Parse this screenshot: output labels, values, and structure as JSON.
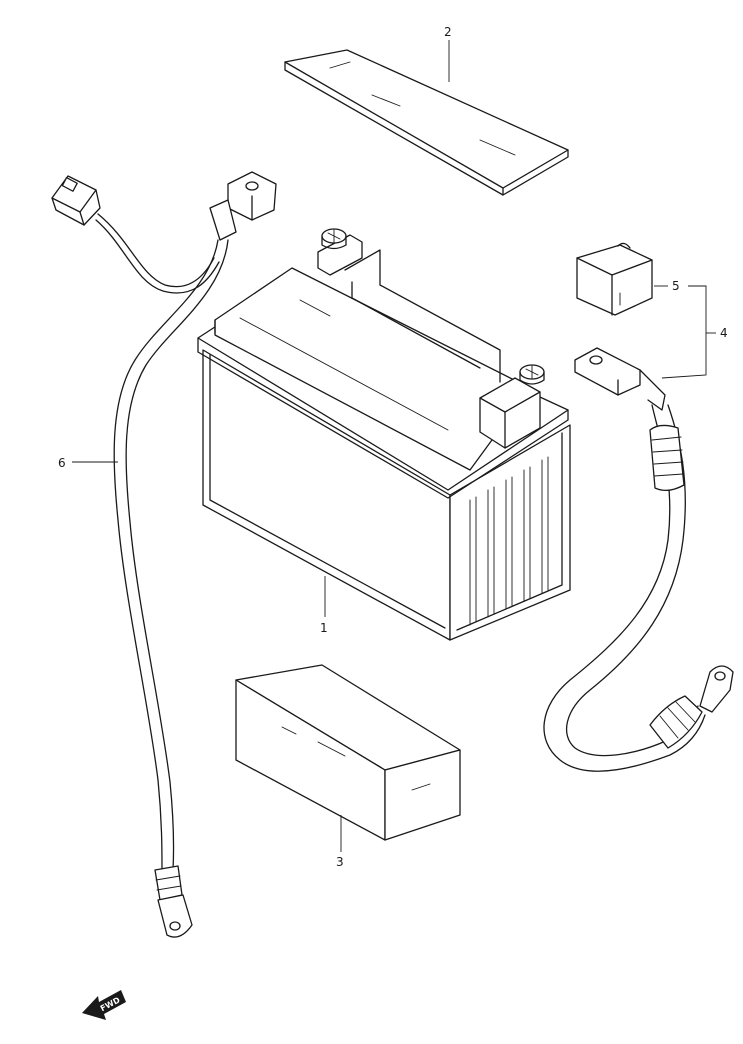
{
  "callouts": {
    "c1": "1",
    "c2": "2",
    "c3": "3",
    "c4": "4",
    "c5": "5",
    "c6": "6"
  },
  "fwd_label": "FWD",
  "parts": [
    {
      "ref": "1",
      "icon": "battery-icon"
    },
    {
      "ref": "2",
      "icon": "pad-icon"
    },
    {
      "ref": "3",
      "icon": "block-icon"
    },
    {
      "ref": "4",
      "icon": "cable-icon"
    },
    {
      "ref": "5",
      "icon": "terminal-cap-icon"
    },
    {
      "ref": "6",
      "icon": "wire-harness-icon"
    }
  ]
}
